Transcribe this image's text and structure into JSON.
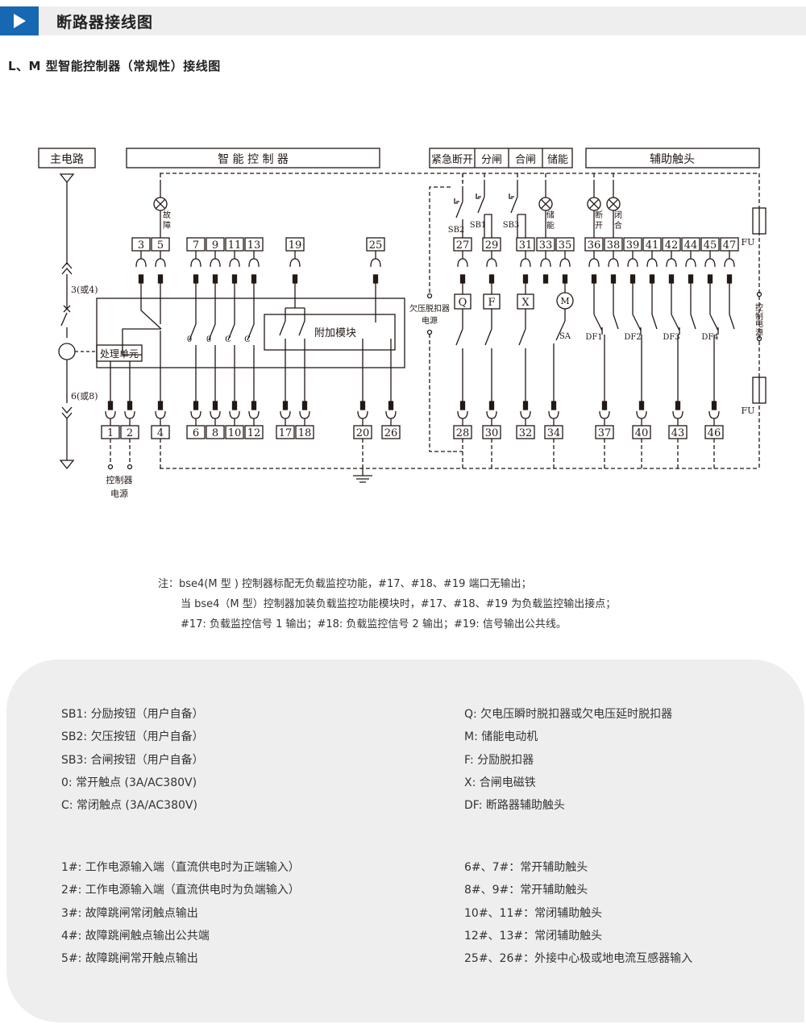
{
  "header": {
    "title": "断路器接线图"
  },
  "subtitle": "L、M 型智能控制器（常规性）接线图",
  "diagram": {
    "groups": {
      "main_circuit": "主电路",
      "smart_controller": "智 能 控 制 器",
      "emergency_open": "紧急断开",
      "open": "分闸",
      "close": "合闸",
      "storage": "储能",
      "aux_contact": "辅助触头"
    },
    "top_terminals": [
      "3",
      "5",
      "7",
      "9",
      "11",
      "13",
      "19",
      "25",
      "27",
      "29",
      "31",
      "33",
      "35",
      "36",
      "38",
      "39",
      "41",
      "42",
      "44",
      "45",
      "47"
    ],
    "bottom_terminals": [
      "1",
      "2",
      "4",
      "6",
      "8",
      "10",
      "12",
      "17",
      "18",
      "20",
      "26",
      "28",
      "30",
      "32",
      "34",
      "37",
      "40",
      "43",
      "46"
    ],
    "switches": [
      "SB2",
      "SB1",
      "SB3"
    ],
    "coils": [
      "Q",
      "F",
      "X"
    ],
    "motor": "M",
    "motor_switch": "SA",
    "aux_contacts": [
      "DF1",
      "DF2",
      "DF3",
      "DF4"
    ],
    "contact_types": [
      "0",
      "0",
      "C",
      "C"
    ],
    "lamp_labels": {
      "fault": [
        "故",
        "障"
      ],
      "storage": [
        "储",
        "能"
      ],
      "open": [
        "断",
        "开"
      ],
      "close": [
        "闭",
        "合"
      ]
    },
    "fuse": "FU",
    "processing_unit": "处理单元",
    "addon_module": "附加模块",
    "undervoltage_power": [
      "欠压脱扣器",
      "电源"
    ],
    "control_power_right": [
      "控",
      "制",
      "电",
      "源"
    ],
    "control_power_bottom": [
      "控制器",
      "电源"
    ],
    "terminal_a": "3(或4)",
    "terminal_b": "6(或8)"
  },
  "notes": [
    "注：bse4(M 型 ) 控制器标配无负载监控功能，#17、#18、#19 端口无输出；",
    "当 bse4（M 型）控制器加装负载监控功能模块时，#17、#18、#19 为负载监控输出接点；",
    "#17: 负载监控信号 1 输出；#18: 负载监控信号 2 输出；#19: 信号输出公共线。"
  ],
  "legend": {
    "left_top": [
      "SB1: 分励按钮（用户自备）",
      "SB2: 欠压按钮（用户自备）",
      "SB3: 合闸按钮（用户自备）",
      "0: 常开触点 (3A/AC380V)",
      "C: 常闭触点 (3A/AC380V)"
    ],
    "right_top": [
      "Q: 欠电压瞬时脱扣器或欠电压延时脱扣器",
      "M: 储能电动机",
      "F: 分励脱扣器",
      "X: 合闸电磁铁",
      "DF: 断路器辅助触头"
    ],
    "left_bottom": [
      "1#: 工作电源输入端（直流供电时为正端输入）",
      "2#: 工作电源输入端（直流供电时为负端输入）",
      "3#: 故障跳闸常闭触点输出",
      "4#: 故障跳闸触点输出公共端",
      "5#: 故障跳闸常开触点输出"
    ],
    "right_bottom": [
      "6#、7#：常开辅助触头",
      "8#、9#：常开辅助触头",
      "10#、11#：常闭辅助触头",
      "12#、13#：常闭辅助触头",
      "25#、26#：外接中心极或地电流互感器输入"
    ]
  }
}
